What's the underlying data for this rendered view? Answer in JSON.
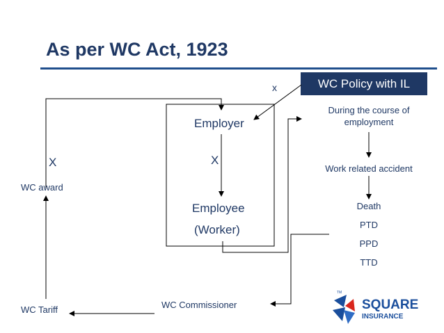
{
  "title": "As per WC Act, 1923",
  "policy_box": "WC Policy with IL",
  "employer": "Employer",
  "employee": "Employee",
  "worker": "(Worker)",
  "x_marks": {
    "left": "X",
    "center": "X",
    "top": "x"
  },
  "wc_award": "WC award",
  "wc_tariff": "WC Tariff",
  "wc_commissioner": "WC Commissioner",
  "right_flow": {
    "course_line1": "During the course of",
    "course_line2": "employment",
    "accident": "Work related accident",
    "outcomes": [
      "Death",
      "PTD",
      "PPD",
      "TTD"
    ]
  },
  "logo": {
    "text_top": "SQUARE",
    "text_bottom": "INSURANCE",
    "tm": "TM"
  },
  "colors": {
    "title": "#1f3864",
    "rule": "#1f4e8c",
    "box": "#1f3864",
    "logo_blue": "#1a4e9c",
    "logo_red": "#d9261c"
  }
}
